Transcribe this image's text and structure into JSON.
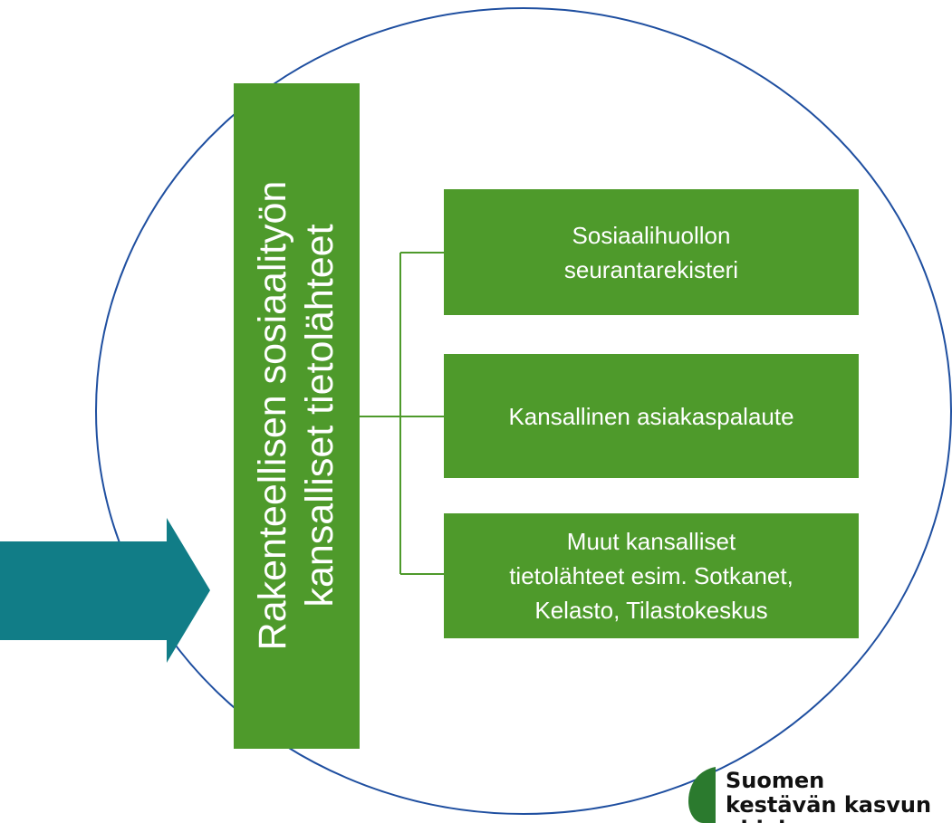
{
  "diagram": {
    "colors": {
      "box_fill": "#4e9a2b",
      "box_text": "#ffffff",
      "connector": "#4e9a2b",
      "circle_outline": "#1f4fa0",
      "arrow": "#117d87"
    },
    "main_node": {
      "line1": "Rakenteellisen sosiaalityön",
      "line2": "kansalliset tietolähteet"
    },
    "children": [
      {
        "label": "Sosiaalihuollon\nseurantarekisteri"
      },
      {
        "label": "Kansallinen asiakaspalaute"
      },
      {
        "label": "Muut kansalliset\ntietolähteet esim. Sotkanet,\nKelasto, Tilastokeskus"
      }
    ],
    "arrow_icon": "right-arrow-icon"
  },
  "logo": {
    "line1": "Suomen",
    "line2": "kestävän kasvun",
    "line3": "ohjelma",
    "mark_color": "#2b7a2e"
  }
}
